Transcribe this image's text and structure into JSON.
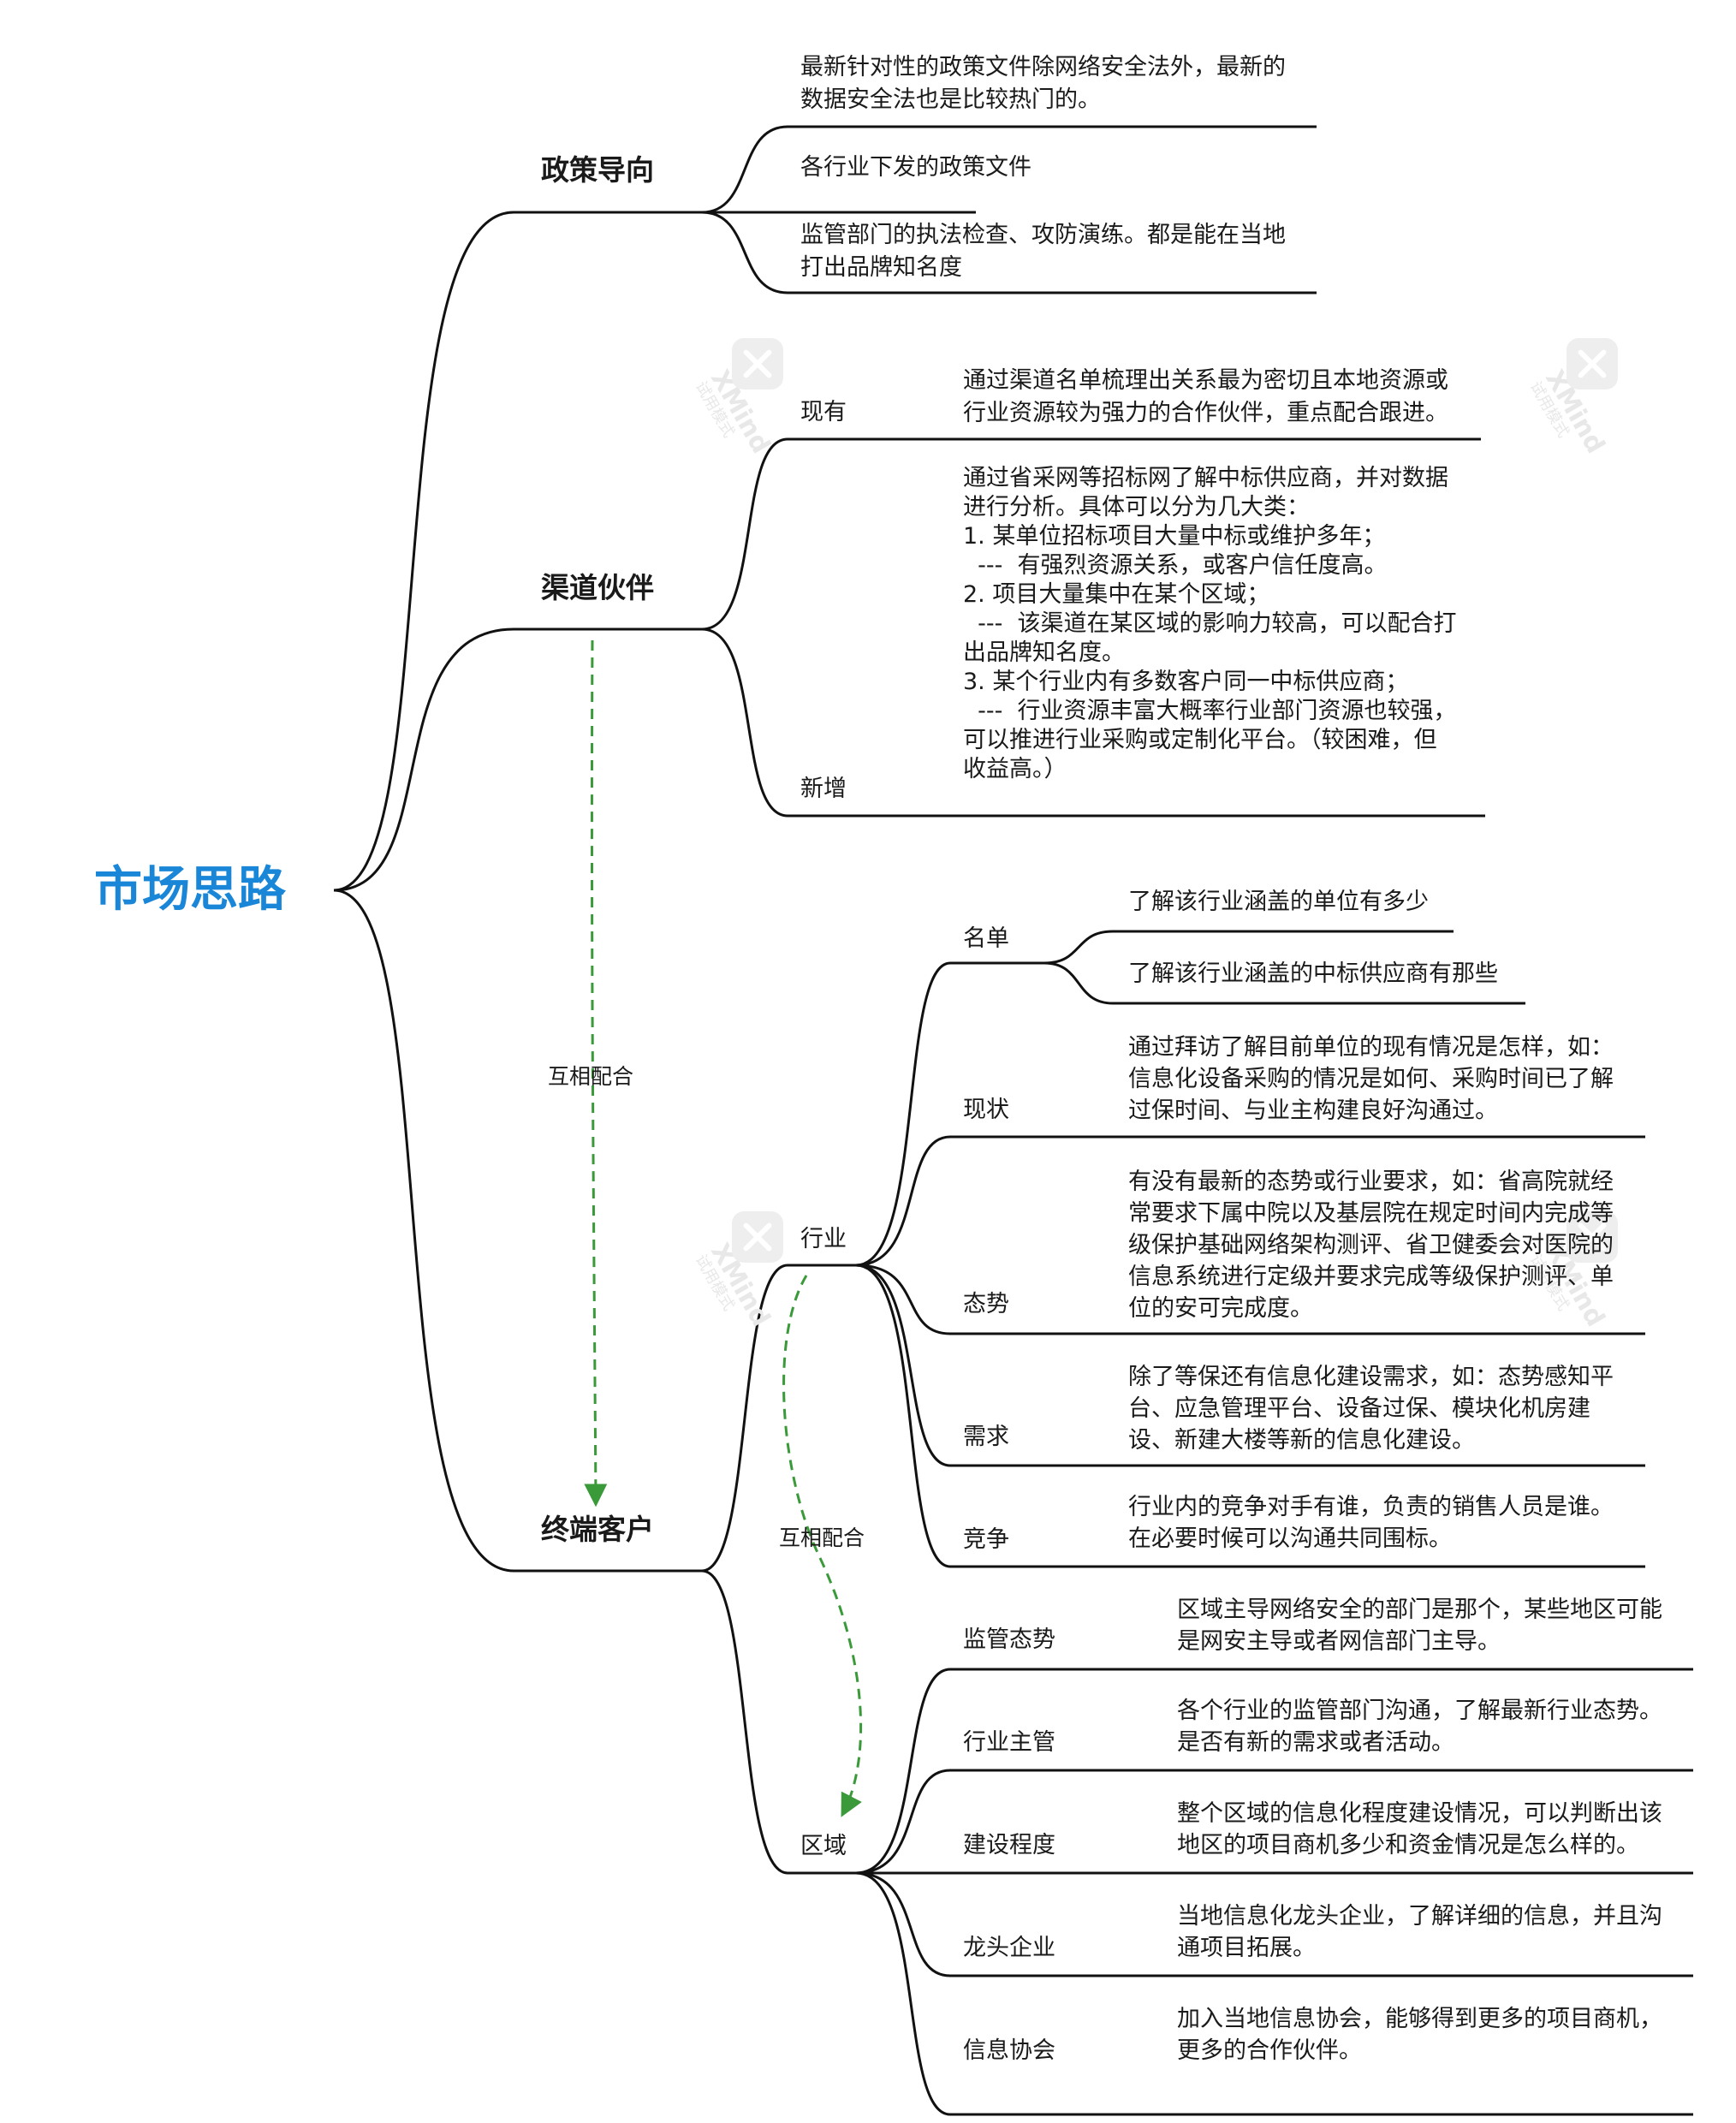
{
  "colors": {
    "root": "#1a86d8",
    "line": "#111111",
    "relationship": "#3a9a3a",
    "text": "#1a1a1a"
  },
  "root": {
    "label": "市场思路"
  },
  "branches": {
    "policy": {
      "label": "政策导向",
      "leaves": [
        [
          "最新针对性的政策文件除网络安全法外，最新的",
          "数据安全法也是比较热门的。"
        ],
        [
          "各行业下发的政策文件"
        ],
        [
          "监管部门的执法检查、攻防演练。都是能在当地",
          "打出品牌知名度"
        ]
      ]
    },
    "channel": {
      "label": "渠道伙伴",
      "existing": {
        "label": "现有",
        "detail": [
          "通过渠道名单梳理出关系最为密切且本地资源或",
          "行业资源较为强力的合作伙伴，重点配合跟进。"
        ]
      },
      "new": {
        "label": "新增",
        "detail": [
          "通过省采网等招标网了解中标供应商，并对数据",
          "进行分析。具体可以分为几大类：",
          "1. 某单位招标项目大量中标或维护多年；",
          "  ---  有强烈资源关系，或客户信任度高。",
          "2. 项目大量集中在某个区域；",
          "  ---  该渠道在某区域的影响力较高，可以配合打",
          "出品牌知名度。",
          "3. 某个行业内有多数客户同一中标供应商；",
          "  ---  行业资源丰富大概率行业部门资源也较强，",
          "可以推进行业采购或定制化平台。（较困难，但",
          "收益高。）"
        ]
      }
    },
    "customer": {
      "label": "终端客户",
      "industry": {
        "label": "行业",
        "list": {
          "label": "名单",
          "items": [
            "了解该行业涵盖的单位有多少",
            "了解该行业涵盖的中标供应商有那些"
          ]
        },
        "status": {
          "label": "现状",
          "detail": [
            "通过拜访了解目前单位的现有情况是怎样，如：",
            "信息化设备采购的情况是如何、采购时间已了解",
            "过保时间、与业主构建良好沟通过。"
          ]
        },
        "trend": {
          "label": "态势",
          "detail": [
            "有没有最新的态势或行业要求，如：省高院就经",
            "常要求下属中院以及基层院在规定时间内完成等",
            "级保护基础网络架构测评、省卫健委会对医院的",
            "信息系统进行定级并要求完成等级保护测评、单",
            "位的安可完成度。"
          ]
        },
        "demand": {
          "label": "需求",
          "detail": [
            "除了等保还有信息化建设需求，如：态势感知平",
            "台、应急管理平台、设备过保、模块化机房建",
            "设、新建大楼等新的信息化建设。"
          ]
        },
        "competition": {
          "label": "竞争",
          "detail": [
            "行业内的竞争对手有谁，负责的销售人员是谁。",
            "在必要时候可以沟通共同围标。"
          ]
        }
      },
      "region": {
        "label": "区域",
        "items": [
          {
            "label": "监管态势",
            "detail": [
              "区域主导网络安全的部门是那个，某些地区可能",
              "是网安主导或者网信部门主导。"
            ]
          },
          {
            "label": "行业主管",
            "detail": [
              "各个行业的监管部门沟通，了解最新行业态势。",
              "是否有新的需求或者活动。"
            ]
          },
          {
            "label": "建设程度",
            "detail": [
              "整个区域的信息化程度建设情况，可以判断出该",
              "地区的项目商机多少和资金情况是怎么样的。"
            ]
          },
          {
            "label": "龙头企业",
            "detail": [
              "当地信息化龙头企业，了解详细的信息，并且沟",
              "通项目拓展。"
            ]
          },
          {
            "label": "信息协会",
            "detail": [
              "加入当地信息协会，能够得到更多的项目商机，",
              "更多的合作伙伴。"
            ]
          }
        ]
      }
    }
  },
  "relationships": {
    "channel_customer": "互相配合",
    "industry_region": "互相配合"
  },
  "watermark": {
    "brand": "XMind",
    "caption": "试用模式",
    "icon": "xmind-logo-icon"
  }
}
